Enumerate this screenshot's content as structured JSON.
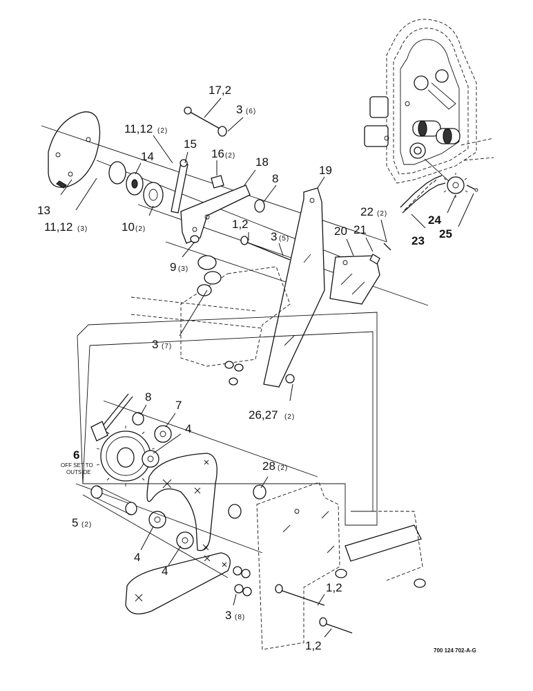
{
  "callouts": {
    "c13": "13",
    "c11_12_a": "11,12",
    "c11_12_a_qty": "(3)",
    "c11_12_b": "11,12",
    "c11_12_b_qty": "(2)",
    "c14": "14",
    "c15": "15",
    "c16": "16",
    "c16_qty": "(2)",
    "c17_2": "17,2",
    "c3_a": "3",
    "c3_a_qty": "(6)",
    "c18": "18",
    "c8_a": "8",
    "c19": "19",
    "c10": "10",
    "c10_qty": "(2)",
    "c9": "9",
    "c9_qty": "(3)",
    "c1_2_a": "1,2",
    "c3_b": "3",
    "c3_b_qty": "(5)",
    "c20": "20",
    "c21": "21",
    "c22": "22",
    "c22_qty": "(2)",
    "c23": "23",
    "c24": "24",
    "c25": "25",
    "c3_c": "3",
    "c3_c_qty": "(7)",
    "c26_27": "26,27",
    "c26_27_qty": "(2)",
    "c8_b": "8",
    "c7": "7",
    "c6": "6",
    "c6_note_1": "OFF SET TO",
    "c6_note_2": "OUTSIDE",
    "c4_a": "4",
    "c28": "28",
    "c28_qty": "(2)",
    "c5": "5",
    "c5_qty": "(2)",
    "c4_b": "4",
    "c4_c": "4",
    "c3_d": "3",
    "c3_d_qty": "(8)",
    "c1_2_b": "1,2",
    "c1_2_c": "1,2"
  },
  "reference": "700 124 702-A-G"
}
